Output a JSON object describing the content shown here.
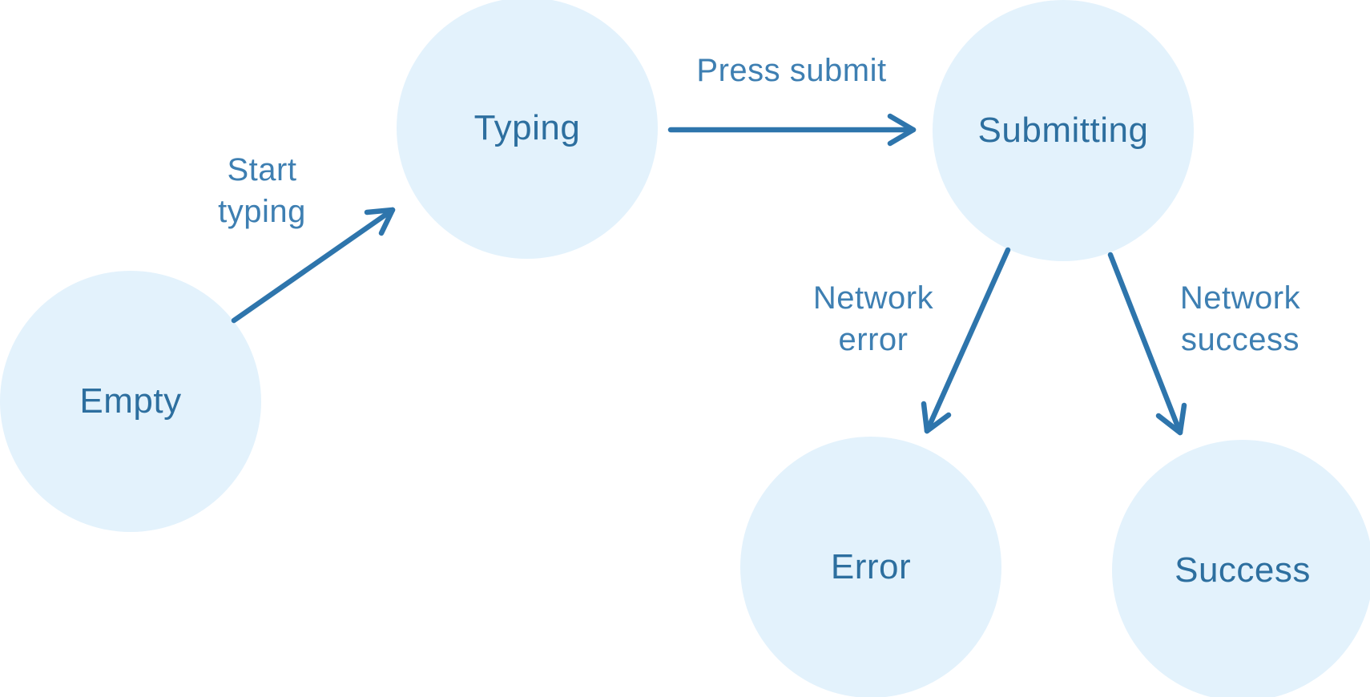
{
  "colors": {
    "node_fill": "#e3f2fc",
    "node_text": "#2d6f9f",
    "arrow": "#2e75ac",
    "edge_label": "#2e75ac",
    "background": "#ffffff"
  },
  "nodes": [
    {
      "id": "empty",
      "label": "Empty"
    },
    {
      "id": "typing",
      "label": "Typing"
    },
    {
      "id": "submitting",
      "label": "Submitting"
    },
    {
      "id": "error",
      "label": "Error"
    },
    {
      "id": "success",
      "label": "Success"
    }
  ],
  "edges": [
    {
      "from": "empty",
      "to": "typing",
      "lines": [
        "Start",
        "typing"
      ]
    },
    {
      "from": "typing",
      "to": "submitting",
      "lines": [
        "Press submit"
      ]
    },
    {
      "from": "submitting",
      "to": "error",
      "lines": [
        "Network",
        "error"
      ]
    },
    {
      "from": "submitting",
      "to": "success",
      "lines": [
        "Network",
        "success"
      ]
    }
  ]
}
